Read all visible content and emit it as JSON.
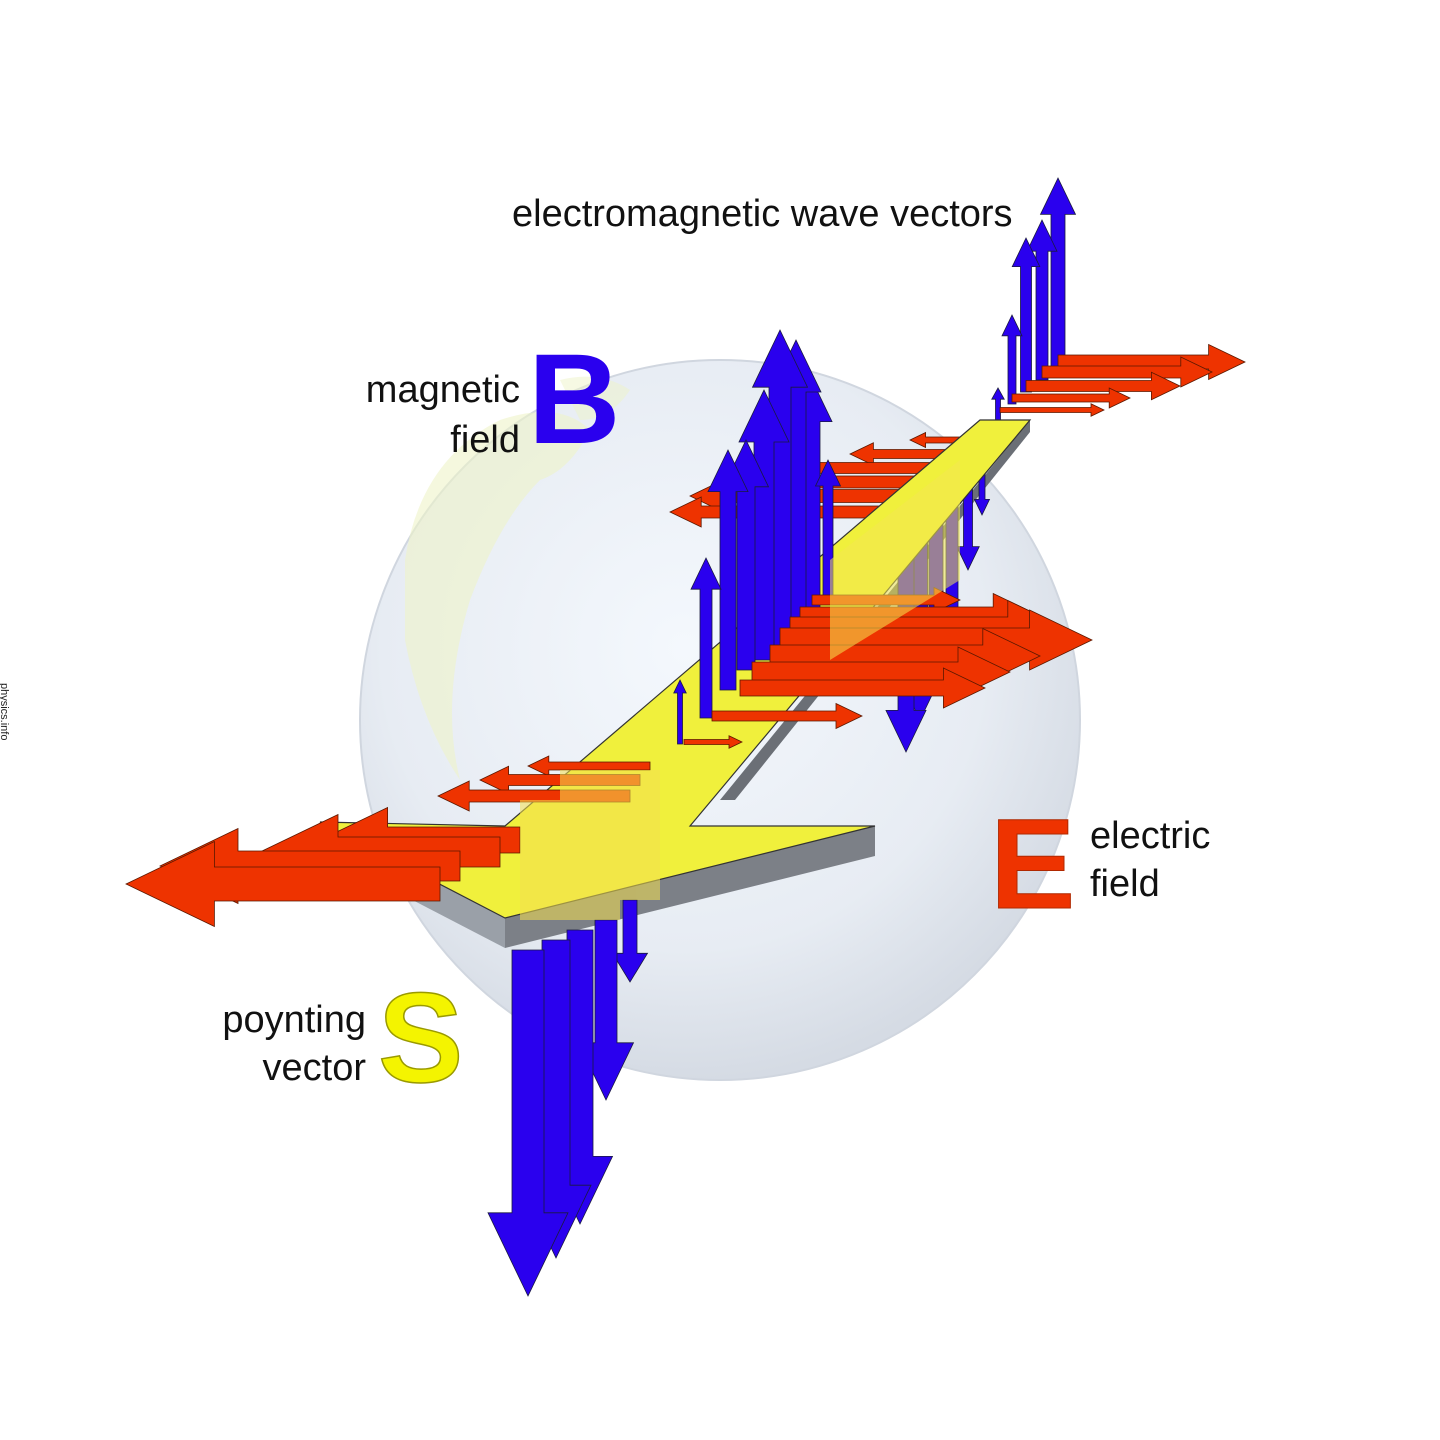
{
  "title": "electromagnetic wave vectors",
  "magnetic": {
    "line1": "magnetic",
    "line2": "field",
    "symbol": "B",
    "color": "#2a00ee"
  },
  "electric": {
    "line1": "electric",
    "line2": "field",
    "symbol": "E",
    "color": "#ee3300"
  },
  "poynting": {
    "line1": "poynting",
    "line2": "vector",
    "symbol": "S",
    "color": "#f4f400"
  },
  "credit": "physics.info"
}
